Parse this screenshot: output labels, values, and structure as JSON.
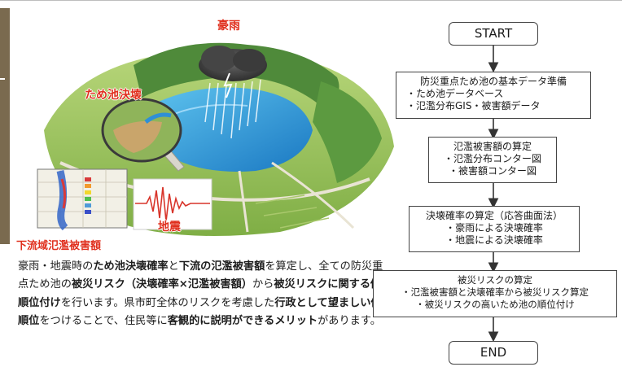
{
  "illustration": {
    "labels": {
      "heavy_rain": "豪雨",
      "pond_breach": "ため池決壊",
      "earthquake": "地震",
      "downstream_damage": "下流域氾濫被害額"
    }
  },
  "description": {
    "segments": [
      {
        "text": "豪雨・地震時の",
        "bold": false
      },
      {
        "text": "ため池決壊確率",
        "bold": true
      },
      {
        "text": "と",
        "bold": false
      },
      {
        "text": "下流の氾濫被害額",
        "bold": true
      },
      {
        "text": "を算定し、全ての防災重点ため池の",
        "bold": false
      },
      {
        "text": "被災リスク（決壊確率×氾濫被害額）",
        "bold": true
      },
      {
        "text": "から",
        "bold": false
      },
      {
        "text": "被災リスクに関する優先順位付け",
        "bold": true
      },
      {
        "text": "を行います。県市町全体のリスクを考慮した",
        "bold": false
      },
      {
        "text": "行政として望ましい優先順位",
        "bold": true
      },
      {
        "text": "をつけることで、住民等に",
        "bold": false
      },
      {
        "text": "客観的に説明ができるメリット",
        "bold": true
      },
      {
        "text": "があります。",
        "bold": false
      }
    ]
  },
  "flowchart": {
    "start": "START",
    "end": "END",
    "steps": [
      {
        "title": "防災重点ため池の基本データ準備",
        "items": [
          "・ため池データベース",
          "・氾濫分布GIS・被害額データ"
        ]
      },
      {
        "title": "氾濫被害額の算定",
        "items": [
          "・氾濫分布コンター図",
          "・被害額コンター図"
        ]
      },
      {
        "title": "決壊確率の算定（応答曲面法）",
        "items": [
          "・豪雨による決壊確率",
          "・地震による決壊確率"
        ]
      },
      {
        "title": "被災リスクの算定",
        "items": [
          "・氾濫被害額と決壊確率から被災リスク算定",
          "・被災リスクの高いため池の順位付け"
        ]
      }
    ]
  }
}
